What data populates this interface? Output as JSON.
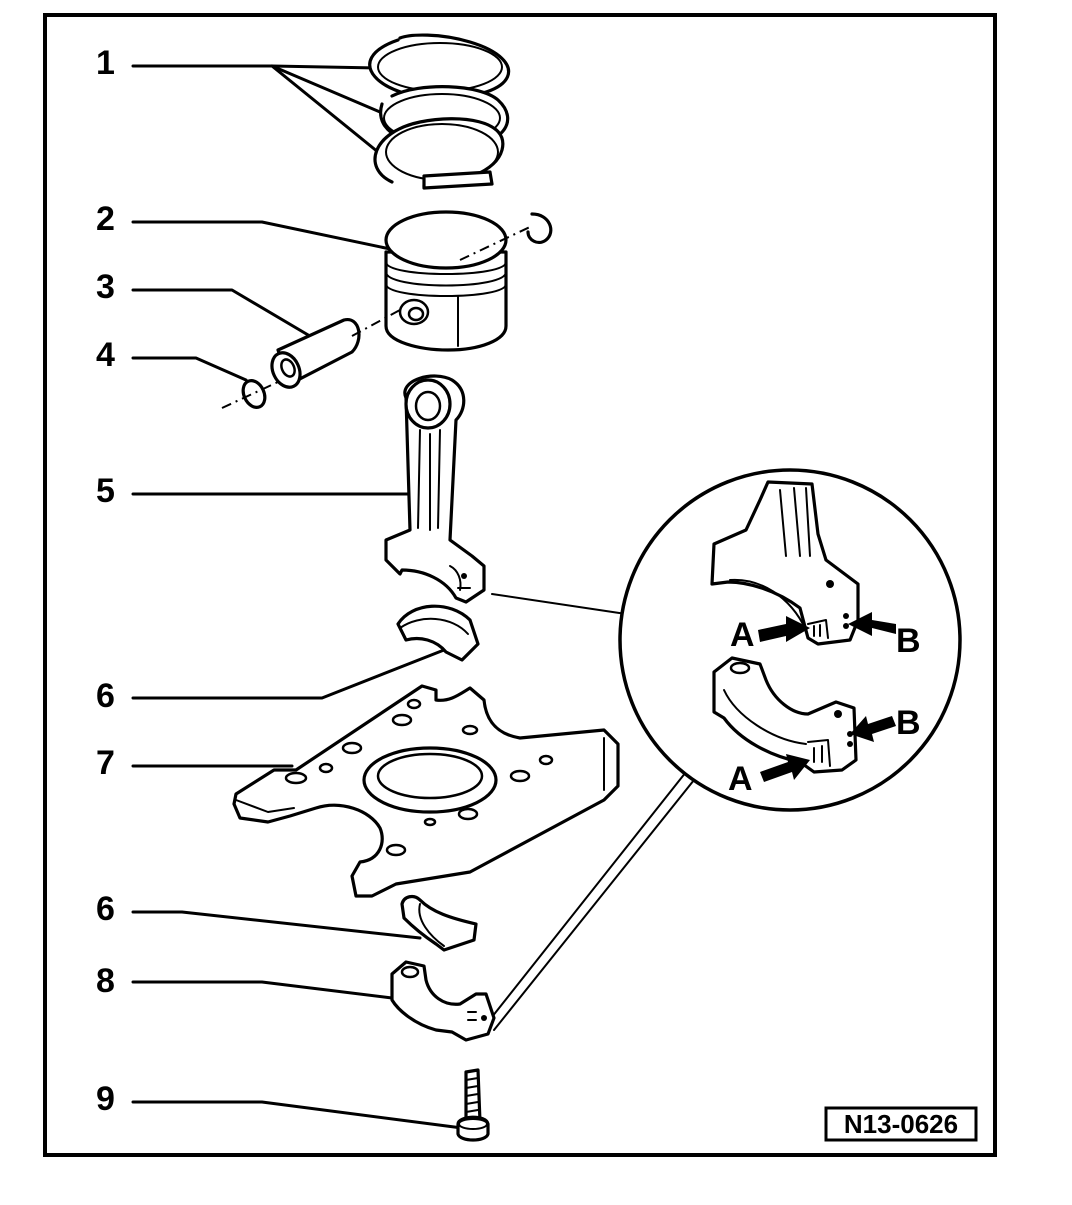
{
  "figure": {
    "code": "N13-0626"
  },
  "callouts": [
    {
      "id": "1",
      "label": "1"
    },
    {
      "id": "2",
      "label": "2"
    },
    {
      "id": "3",
      "label": "3"
    },
    {
      "id": "4",
      "label": "4"
    },
    {
      "id": "5",
      "label": "5"
    },
    {
      "id": "6a",
      "label": "6"
    },
    {
      "id": "7",
      "label": "7"
    },
    {
      "id": "6b",
      "label": "6"
    },
    {
      "id": "8",
      "label": "8"
    },
    {
      "id": "9",
      "label": "9"
    }
  ],
  "detail": {
    "upper": {
      "a": "A",
      "b": "B"
    },
    "lower": {
      "a": "A",
      "b": "B"
    }
  }
}
